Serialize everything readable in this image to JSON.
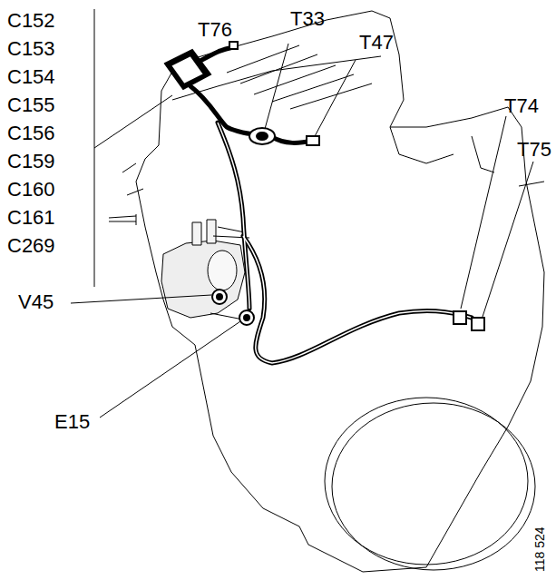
{
  "diagram": {
    "labels": [
      "C152",
      "C153",
      "C154",
      "C155",
      "C156",
      "C159",
      "C160",
      "C161",
      "C269",
      "T76",
      "T33",
      "T47",
      "T74",
      "T75",
      "V45",
      "E15",
      "118 524"
    ]
  }
}
